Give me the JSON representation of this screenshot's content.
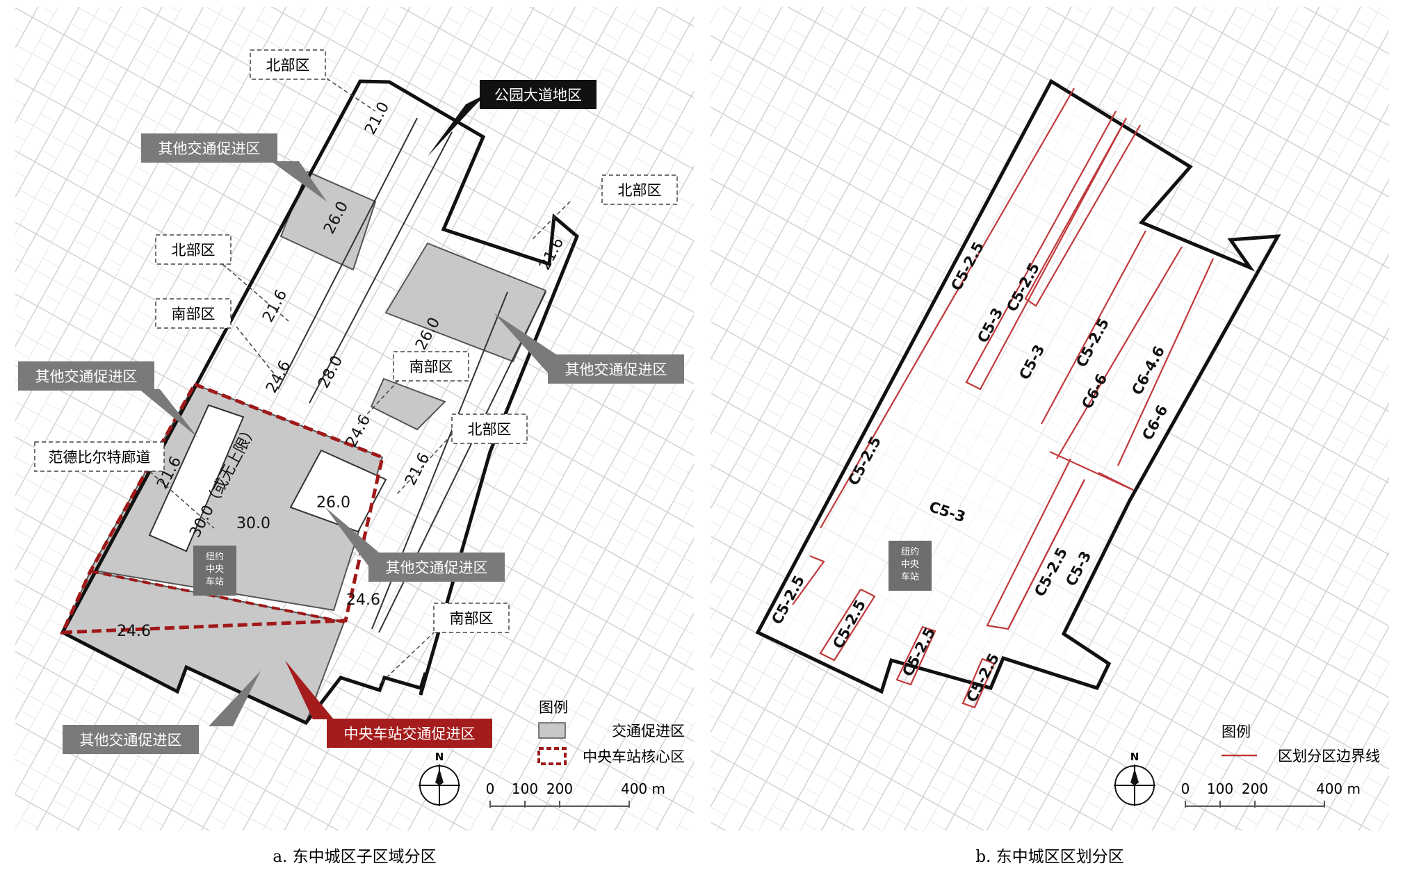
{
  "map_a": {
    "caption": "a. 东中城区子区域分区",
    "zone_values": [
      "21.0",
      "26.0",
      "21.6",
      "21.6",
      "28.0",
      "24.6",
      "26.0",
      "24.6",
      "21.6",
      "30.0",
      "30.0（或无上限）",
      "21.6",
      "26.0",
      "24.6",
      "24.6"
    ],
    "callouts": {
      "north_1": "北部区",
      "park_ave": "公园大道地区",
      "other_1": "其他交通促进区",
      "north_2": "北部区",
      "north_3": "北部区",
      "south_1": "南部区",
      "other_2": "其他交通促进区",
      "south_2": "南部区",
      "other_3": "其他交通促进区",
      "north_4": "北部区",
      "vanderbilt": "范德比尔特廊道",
      "other_4": "其他交通促进区",
      "south_3": "南部区",
      "other_5": "其他交通促进区",
      "gct_district": "中央车站交通促进区"
    },
    "station_label": [
      "纽约",
      "中央",
      "车站"
    ],
    "legend": {
      "title": "图例",
      "items": [
        "交通促进区",
        "中央车站核心区"
      ]
    },
    "north": "N",
    "scale": [
      "0",
      "100",
      "200",
      "400 m"
    ]
  },
  "map_b": {
    "caption": "b. 东中城区区划分区",
    "zone_labels": [
      "C5-2.5",
      "C5-3",
      "C5-2.5",
      "C5-3",
      "C5-2.5",
      "C6-6",
      "C6-4.6",
      "C6-6",
      "C5-2.5",
      "C5-3",
      "C5-2.5",
      "C5-3",
      "C5-2.5",
      "C5-2.5",
      "C5-2.5",
      "C5-2.5"
    ],
    "station_label": [
      "纽约",
      "中央",
      "车站"
    ],
    "legend": {
      "title": "图例",
      "items": [
        "区划分区边界线"
      ]
    },
    "north": "N",
    "scale": [
      "0",
      "100",
      "200",
      "400 m"
    ]
  },
  "colors": {
    "zone_fill": "#c8c8c8",
    "core_dash": "#a01818",
    "callout_dark": "#7a7a7a",
    "callout_red": "#a51c1c",
    "district_line": "#c0393b",
    "street_grid": "#cfcfcf"
  }
}
